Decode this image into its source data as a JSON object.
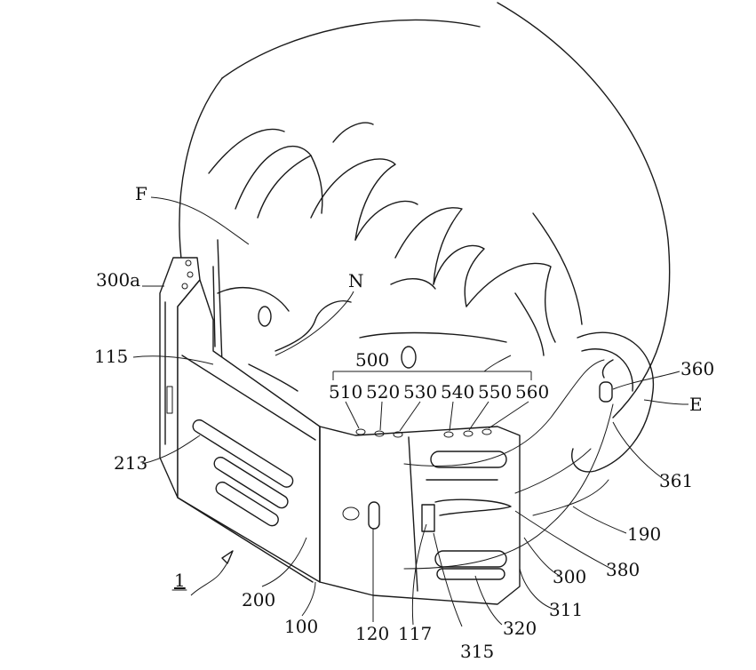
{
  "labels": {
    "F": "F",
    "N": "N",
    "E": "E",
    "ref_300a": "300a",
    "ref_115": "115",
    "ref_213": "213",
    "ref_500": "500",
    "ref_510": "510",
    "ref_520": "520",
    "ref_530": "530",
    "ref_540": "540",
    "ref_550": "550",
    "ref_560": "560",
    "ref_360": "360",
    "ref_361": "361",
    "ref_190": "190",
    "ref_380": "380",
    "ref_300": "300",
    "ref_311": "311",
    "ref_320": "320",
    "ref_315": "315",
    "ref_117": "117",
    "ref_120": "120",
    "ref_100": "100",
    "ref_200": "200",
    "ref_1": "1"
  }
}
